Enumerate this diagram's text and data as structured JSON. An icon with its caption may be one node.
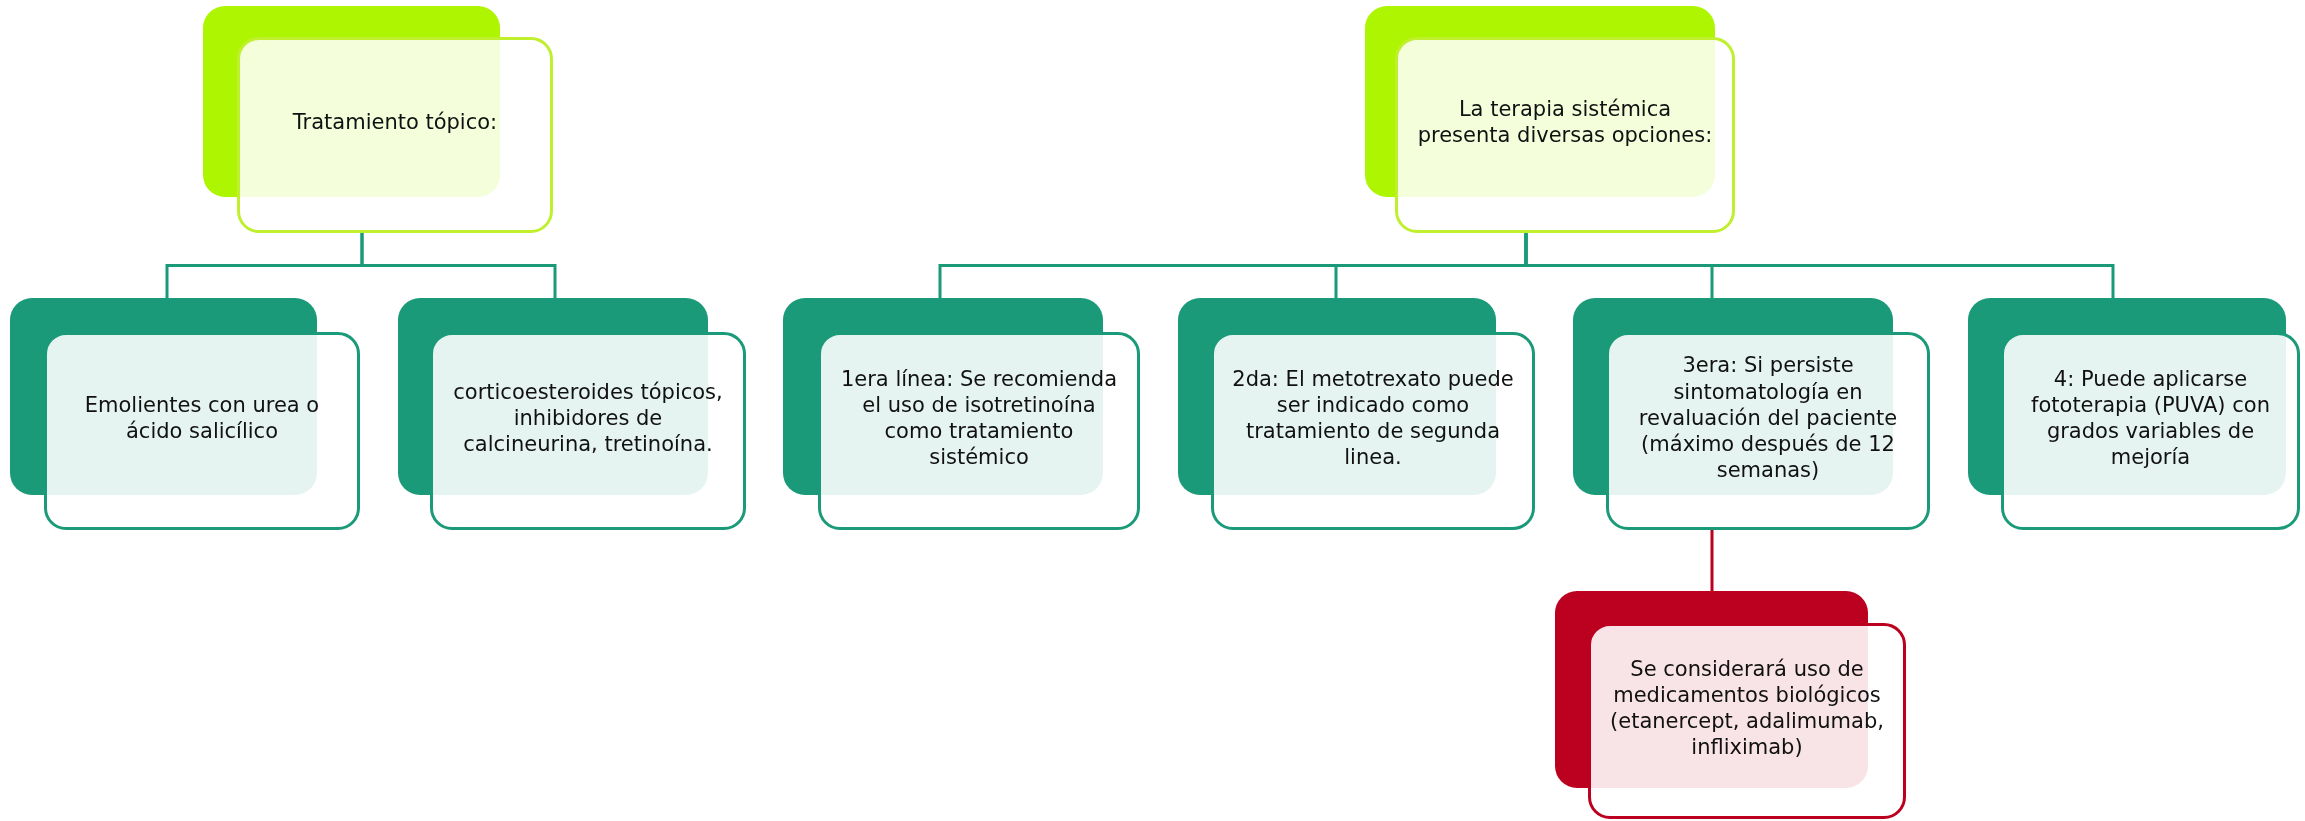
{
  "diagram": {
    "nodes": [
      {
        "text": [
          "Tratamiento tópico:"
        ]
      },
      {
        "text": [
          "Emolientes con urea o ácido salicílico"
        ]
      },
      {
        "text": [
          "corticoesteroides tópicos, inhibidores de calcineurina, tretinoína."
        ]
      },
      {
        "text": [
          "La terapia sistémica presenta diversas opciones:"
        ]
      },
      {
        "text": [
          "1era línea: Se recomienda el uso de isotretinoína como tratamiento sistémico"
        ]
      },
      {
        "text": [
          "2da: El metotrexato puede ser indicado como tratamiento de segunda linea."
        ]
      },
      {
        "text": [
          "3era: Si persiste sintomatología en revaluación del paciente (máximo después de 12 semanas)"
        ]
      },
      {
        "text": [
          "4: Puede aplicarse fototerapia (PUVA) con grados variables de mejoría"
        ]
      },
      {
        "text": [
          "Se considerará uso de medicamentos biológicos (etanercept, adalimumab, infliximab)"
        ]
      }
    ],
    "edges": [
      {
        "from": 0,
        "to": 1,
        "arrow": "none"
      },
      {
        "from": 0,
        "to": 2,
        "arrow": "none"
      },
      {
        "from": 3,
        "to": 4,
        "arrow": "none"
      },
      {
        "from": 3,
        "to": 5,
        "arrow": "none"
      },
      {
        "from": 3,
        "to": 6,
        "arrow": "none"
      },
      {
        "from": 3,
        "to": 7,
        "arrow": "none"
      },
      {
        "from": 6,
        "to": 8,
        "arrow": "none",
        "color": "#bc0020"
      }
    ]
  }
}
